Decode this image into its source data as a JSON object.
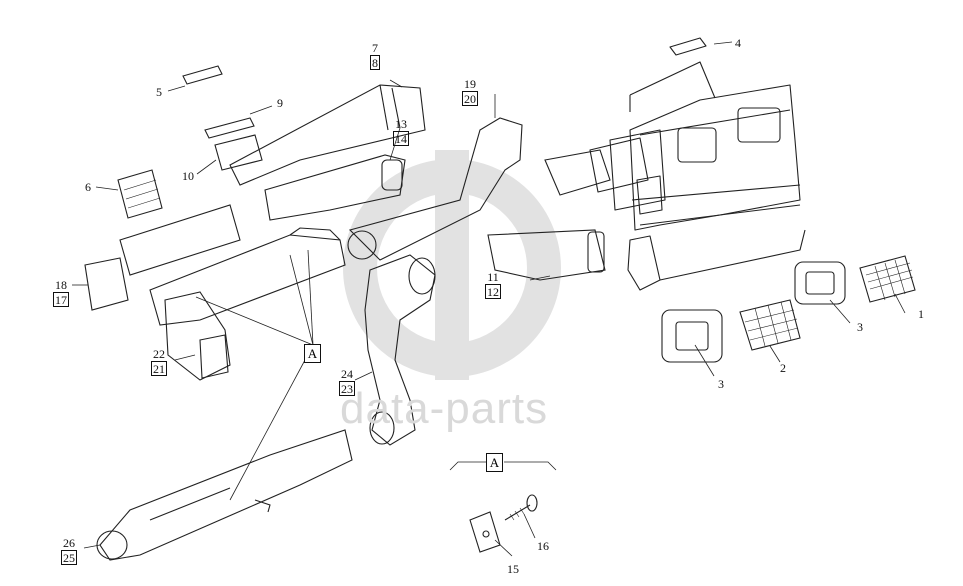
{
  "labels": {
    "l1": "1",
    "l2": "2",
    "l3a": "3",
    "l3b": "3",
    "l4": "4",
    "l5": "5",
    "l6": "6",
    "l9": "9",
    "l10": "10",
    "l15": "15",
    "l16": "16"
  },
  "fractions": {
    "f7_8": {
      "top": "7",
      "bottom": "8"
    },
    "f19_20": {
      "top": "19",
      "bottom": "20"
    },
    "f13_14": {
      "top": "13",
      "bottom": "14"
    },
    "f11_12": {
      "top": "11",
      "bottom": "12"
    },
    "f18_17": {
      "top": "18",
      "bottom": "17"
    },
    "f22_21": {
      "top": "22",
      "bottom": "21"
    },
    "f24_23": {
      "top": "24",
      "bottom": "23"
    },
    "f26_25": {
      "top": "26",
      "bottom": "25"
    }
  },
  "callouts": {
    "main": "A",
    "detail": "A"
  },
  "watermark": {
    "text": "data-parts",
    "color": "#d9d9d9"
  }
}
